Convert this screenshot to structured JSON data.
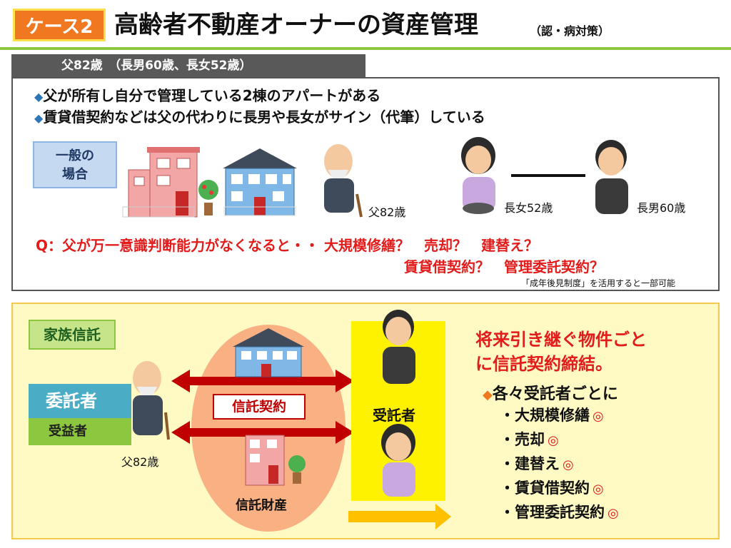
{
  "header": {
    "badge": "ケース2",
    "title": "高齢者不動産オーナーの資産管理",
    "subtitle": "（認・病対策）"
  },
  "family_bar": "父82歳　（長男60歳、長女52歳）",
  "bullets": [
    "父が所有し自分で管理している2棟のアパートがある",
    "賃貸借契約などは父の代わりに長男や長女がサイン（代筆）している"
  ],
  "general_case": {
    "label_line1": "一般の",
    "label_line2": "場合",
    "father": "父82歳",
    "daughter": "長女52歳",
    "son": "長男60歳"
  },
  "question": {
    "line1": "Q：父が万一意識判断能力がなくなると・・ 大規模修繕？　売却？　建替え？",
    "line2": "賃貸借契約？　管理委託契約？",
    "note": "「成年後見制度」を活用すると一部可能"
  },
  "trust": {
    "tag": "家族信託",
    "settlor": "委託者",
    "beneficiary": "受益者",
    "father": "父82歳",
    "contract": "信託契約",
    "property": "信託財産",
    "trustee": "受託者",
    "headline1": "将来引き継ぐ物件ごと",
    "headline2": "に信託契約締結。",
    "subhead": "各々受託者ごとに",
    "items": [
      {
        "text": "・大規模修繕",
        "mark": "◎"
      },
      {
        "text": "・売却",
        "mark": "◎"
      },
      {
        "text": "・建替え",
        "mark": "◎"
      },
      {
        "text": "・賃貸借契約",
        "mark": "◎"
      },
      {
        "text": "・管理委託契約",
        "mark": "◎"
      }
    ]
  },
  "colors": {
    "accent_orange": "#F07820",
    "red": "#E21B1B",
    "green_line": "#8DC63F",
    "dark_gray": "#595959",
    "yellow_bg": "#FFF9C4",
    "trustee_yellow": "#FFF200",
    "teal": "#4BACC6"
  }
}
